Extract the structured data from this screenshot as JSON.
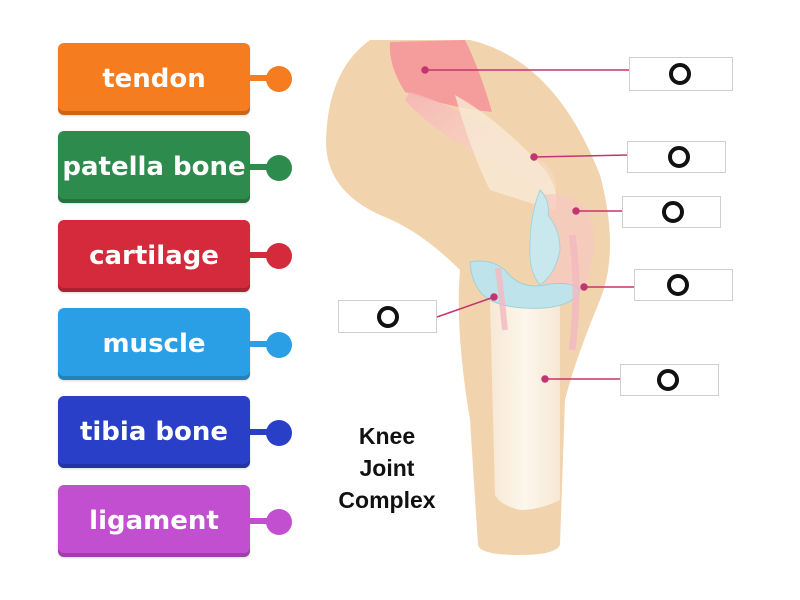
{
  "labels": [
    {
      "text": "tendon",
      "color": "#f57c1f"
    },
    {
      "text": "patella bone",
      "color": "#2e8b4e"
    },
    {
      "text": "cartilage",
      "color": "#d42a3c"
    },
    {
      "text": "muscle",
      "color": "#2b9fe6"
    },
    {
      "text": "tibia bone",
      "color": "#2a3fc7"
    },
    {
      "text": "ligament",
      "color": "#c24fcf"
    }
  ],
  "caption": {
    "line1": "Knee",
    "line2": "Joint",
    "line3": "Complex"
  },
  "colors": {
    "leader": "#c2366f",
    "skin": "#f0d3ac",
    "muscle_pink": "#f4a0a0",
    "cartilage_blue": "#bfe3ea"
  }
}
